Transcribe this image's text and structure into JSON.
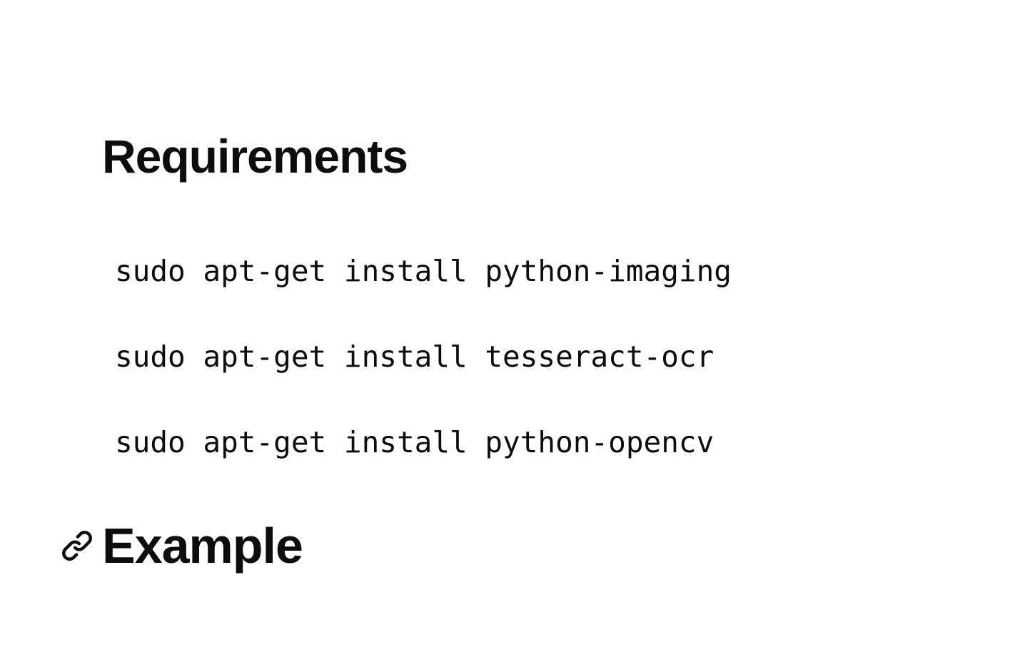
{
  "colors": {
    "background": "#ffffff",
    "text": "#0d0d0d"
  },
  "requirements_section": {
    "heading": "Requirements",
    "code_lines": [
      "sudo apt-get install python-imaging",
      "sudo apt-get install tesseract-ocr",
      "sudo apt-get install python-opencv"
    ]
  },
  "example_section": {
    "heading": "Example",
    "anchor_icon": "link-icon"
  }
}
